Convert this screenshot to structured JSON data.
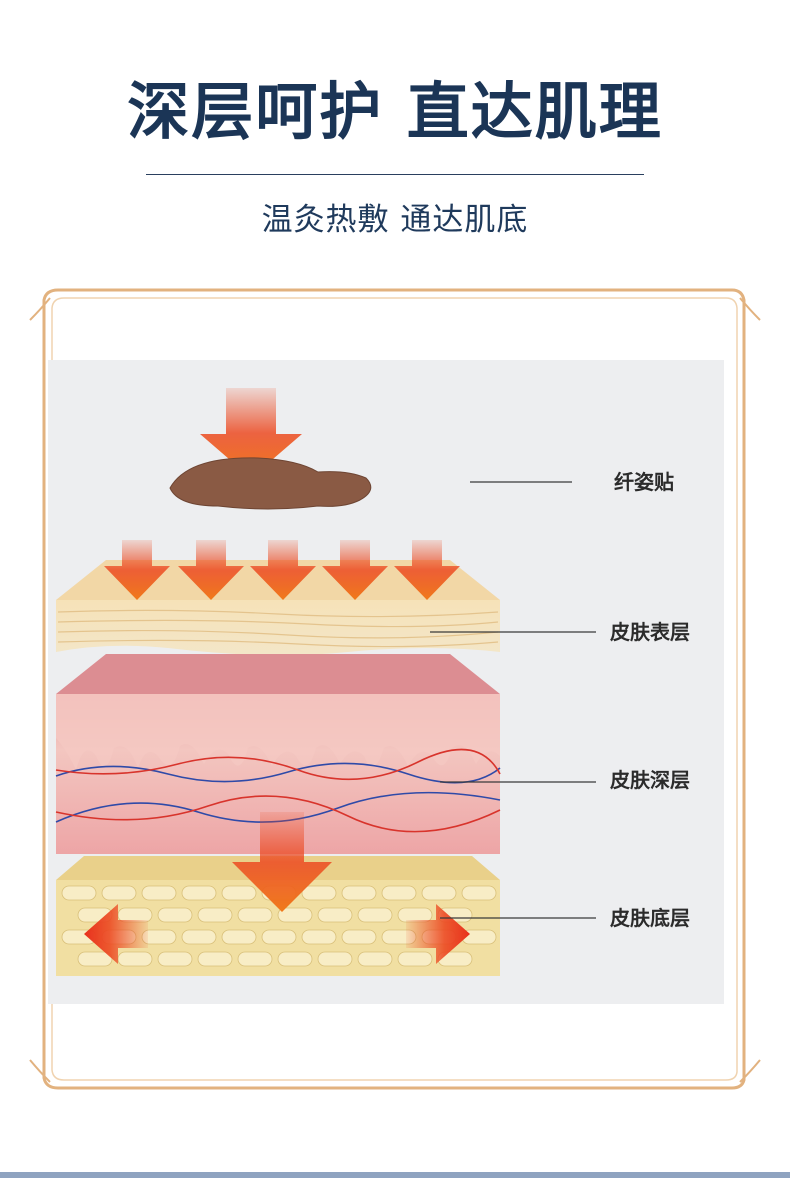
{
  "header": {
    "title": "深层呵护 直达肌理",
    "subtitle": "温灸热敷 通达肌底"
  },
  "diagram": {
    "labels": {
      "patch": "纤姿贴",
      "epidermis": "皮肤表层",
      "dermis": "皮肤深层",
      "base": "皮肤底层"
    }
  },
  "colors": {
    "title": "#1b3556",
    "frame_gold": "#d8a46a",
    "arrow": "#ec4a22",
    "patch": "#8a5a44",
    "epidermis": "#f3ddb0",
    "dermis": "#eaa7a7",
    "base": "#f1dfa2"
  }
}
